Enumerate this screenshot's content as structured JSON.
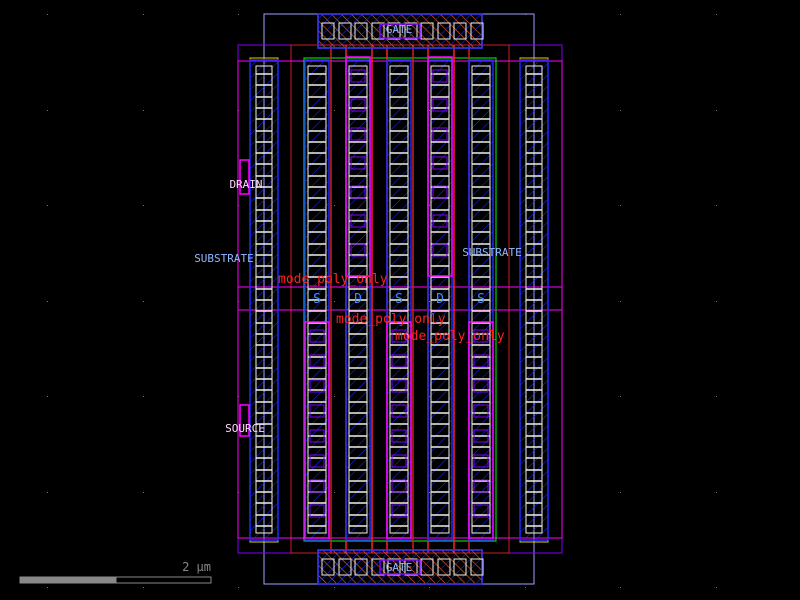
{
  "labels": {
    "gate_top": "GATE",
    "gate_bottom": "GATE",
    "drain": "DRAIN",
    "source": "SOURCE",
    "substrate_left": "SUBSTRATE",
    "substrate_right": "SUBSTRATE",
    "poly_labels": [
      "mode_poly_only",
      "mode_poly_only",
      "mode_poly_only"
    ],
    "terminal_labels": [
      "S",
      "D",
      "S",
      "D",
      "S"
    ]
  },
  "scale_bar": {
    "label": "2 µm",
    "fill_fraction": 0.5
  },
  "colors": {
    "background": "#000000",
    "diffusion": "#1a2cff",
    "contact": "#f0f0e0",
    "poly": "#ff2020",
    "metal": "#ff00ff",
    "implant": "#00ff00",
    "well": "#9f9fff",
    "nwell": "#8000ff",
    "tap": "#e0d000",
    "label_blue": "#8fb8ff"
  }
}
